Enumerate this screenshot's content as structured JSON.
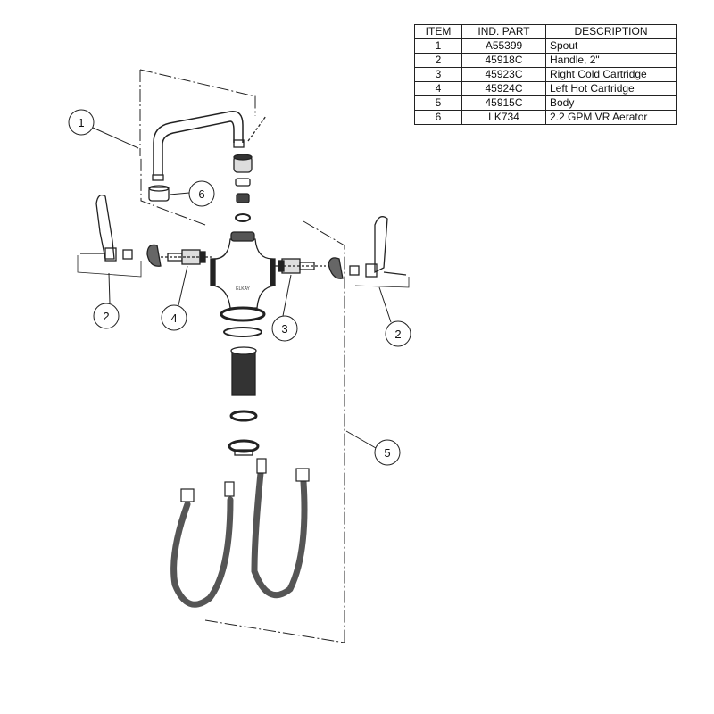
{
  "table": {
    "headers": [
      "ITEM",
      "IND. PART",
      "DESCRIPTION"
    ],
    "rows": [
      {
        "item": "1",
        "part": "A55399",
        "description": "Spout"
      },
      {
        "item": "2",
        "part": "45918C",
        "description": "Handle, 2\""
      },
      {
        "item": "3",
        "part": "45923C",
        "description": "Right Cold Cartridge"
      },
      {
        "item": "4",
        "part": "45924C",
        "description": "Left Hot Cartridge"
      },
      {
        "item": "5",
        "part": "45915C",
        "description": "Body"
      },
      {
        "item": "6",
        "part": "LK734",
        "description": "2.2 GPM VR Aerator"
      }
    ]
  },
  "callouts": {
    "spout": "1",
    "aerator": "6",
    "handle_left": "2",
    "hot_cartridge": "4",
    "cold_cartridge": "3",
    "handle_right": "2",
    "body": "5"
  },
  "body_logo": "ELKAY"
}
